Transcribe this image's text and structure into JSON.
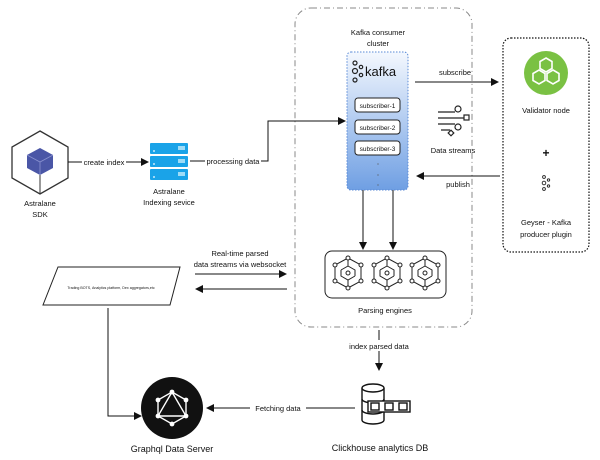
{
  "nodes": {
    "sdk": {
      "label_line1": "Astralane",
      "label_line2": "SDK",
      "icon": "cube-icon"
    },
    "indexing": {
      "label_line1": "Astralane",
      "label_line2": "Indexing sevice",
      "icon": "server-icon"
    },
    "cluster": {
      "label_line1": "Kafka consumer",
      "label_line2": "cluster"
    },
    "kafka": {
      "logo_text": "kafka",
      "subscribers": [
        "subscriber-1",
        "subscriber-2",
        "subscriber-3"
      ]
    },
    "data_streams": {
      "label": "Data streams"
    },
    "validator": {
      "label": "Validator node",
      "plus": "+",
      "plugin_line1": "Geyser - Kafka",
      "plugin_line2": "producer plugin"
    },
    "parsing": {
      "label": "Parsing engines"
    },
    "clients": {
      "label": "Trading BOTS, Analytics platform, Dex aggregators,etc"
    },
    "graphql": {
      "label": "Graphql Data Server"
    },
    "clickhouse": {
      "label": "Clickhouse analytics DB"
    }
  },
  "edges": {
    "create_index": "create index",
    "processing_data": "processing data",
    "subscribe": "subscribe",
    "publish": "publish",
    "realtime_line1": "Real-time parsed",
    "realtime_line2": "data streams via websocket",
    "index_parsed": "index parsed data",
    "fetching": "Fetching data"
  },
  "colors": {
    "kafka_box": "#7aa7e6",
    "server": "#1aa3e8",
    "validator": "#7ac143",
    "sdk_cube": "#4a56a6"
  }
}
